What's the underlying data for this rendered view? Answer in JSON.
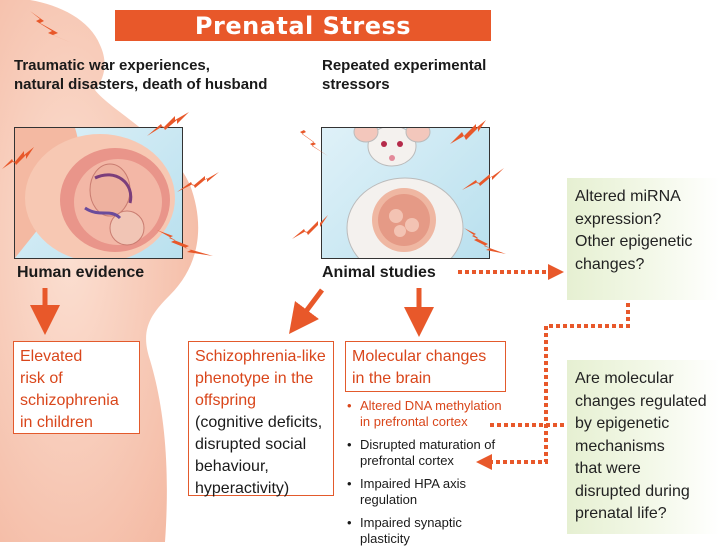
{
  "title": "Prenatal Stress",
  "human": {
    "source_text_line1": "Traumatic war experiences,",
    "source_text_line2": "natural disasters, death of husband",
    "label": "Human evidence",
    "outcome_lines": [
      "Elevated",
      "risk of",
      "schizophrenia",
      "in children"
    ]
  },
  "animal": {
    "source_text_line1": "Repeated experimental",
    "source_text_line2": "stressors",
    "label": "Animal studies"
  },
  "phenotype": {
    "orange_lines": [
      "Schizophrenia-like",
      "phenotype in the",
      "offspring"
    ],
    "black_lines": [
      "(cognitive deficits,",
      "disrupted social",
      "behaviour,",
      "hyperactivity)"
    ]
  },
  "molecular": {
    "heading_lines": [
      "Molecular changes",
      "in the brain"
    ],
    "bullet_char": "•",
    "bullets": [
      {
        "lines": [
          "Altered DNA methylation",
          "in prefrontal cortex"
        ],
        "highlight": true
      },
      {
        "lines": [
          "Disrupted maturation of",
          "prefrontal cortex"
        ],
        "highlight": false
      },
      {
        "lines": [
          "Impaired HPA axis",
          "regulation"
        ],
        "highlight": false
      },
      {
        "lines": [
          "Impaired synaptic",
          "plasticity"
        ],
        "highlight": false
      }
    ]
  },
  "questions": {
    "q1_lines": [
      "Altered miRNA",
      "expression?",
      "Other epigenetic",
      "changes?"
    ],
    "q2_lines": [
      "Are molecular",
      "changes regulated",
      "by epigenetic",
      "mechanisms",
      "that were",
      "disrupted during",
      "prenatal life?"
    ]
  },
  "colors": {
    "accent_orange": "#e8582a",
    "text_orange": "#d9461b",
    "green_box": "#e6f0d2",
    "skin_pink": "#f6c7b3"
  },
  "icons": [
    "lightning-bolt-icon",
    "pregnant-woman-silhouette",
    "fetus-in-womb-illustration",
    "pregnant-rat-illustration"
  ]
}
